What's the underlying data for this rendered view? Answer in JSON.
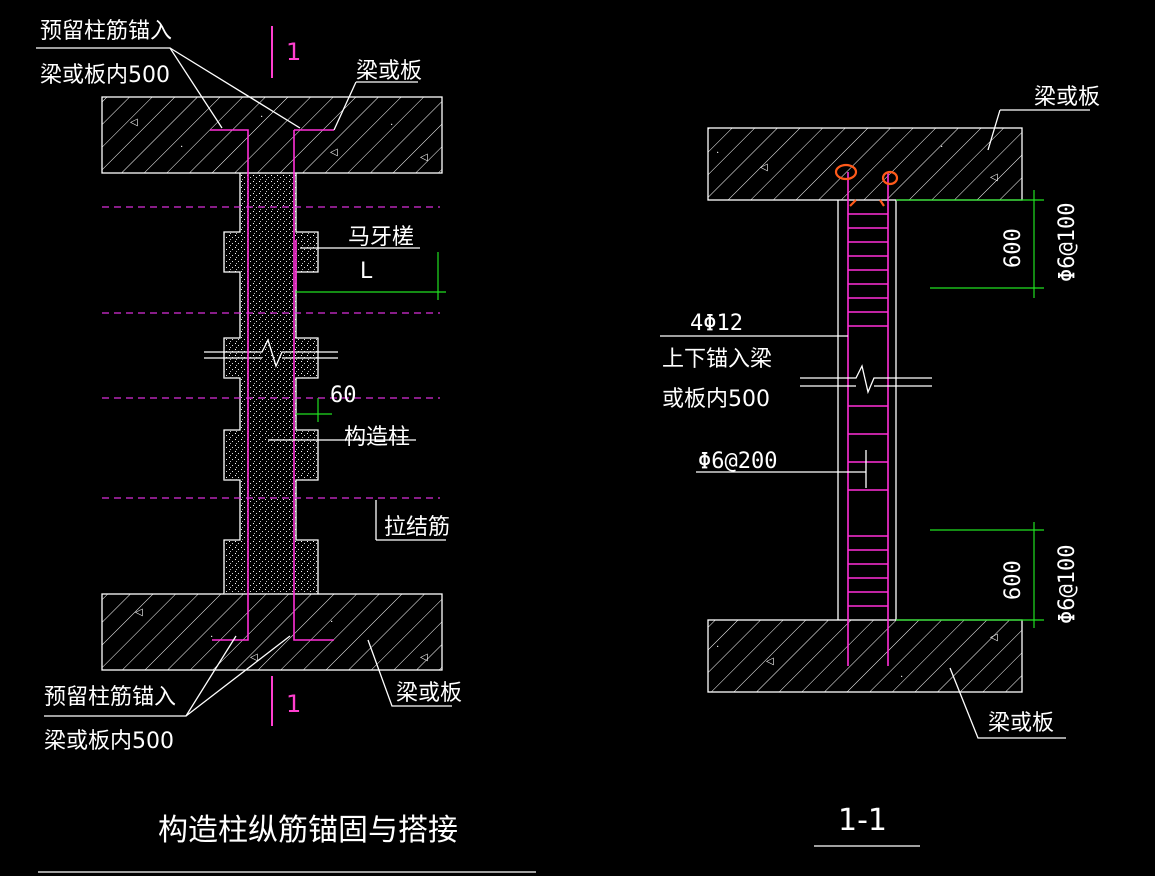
{
  "left_drawing": {
    "title": "构造柱纵筋锚固与搭接",
    "section_mark_top": "1",
    "section_mark_bottom": "1",
    "labels": {
      "anchor_top_line1": "预留柱筋锚入",
      "anchor_top_line2": "梁或板内500",
      "beam_top": "梁或板",
      "horse_tooth": "马牙槎",
      "L": "L",
      "dim_60": "60",
      "structural_column": "构造柱",
      "tie_bar": "拉结筋",
      "anchor_bottom_line1": "预留柱筋锚入",
      "anchor_bottom_line2": "梁或板内500",
      "beam_bottom": "梁或板"
    }
  },
  "right_drawing": {
    "title": "1-1",
    "labels": {
      "beam_top": "梁或板",
      "beam_bottom": "梁或板",
      "main_bars": "4Φ12",
      "anchor_line1": "上下锚入梁",
      "anchor_line2": "或板内500",
      "stirrup_mid": "Φ6@200",
      "dim_600_top": "600",
      "dim_600_bottom": "600",
      "stirrup_top": "Φ6@100",
      "stirrup_bottom": "Φ6@100"
    }
  },
  "colors": {
    "background": "#000000",
    "linework": "#ffffff",
    "rebar": "#ff2fd8",
    "dimension": "#20e020",
    "highlight": "#ff5a1a"
  }
}
